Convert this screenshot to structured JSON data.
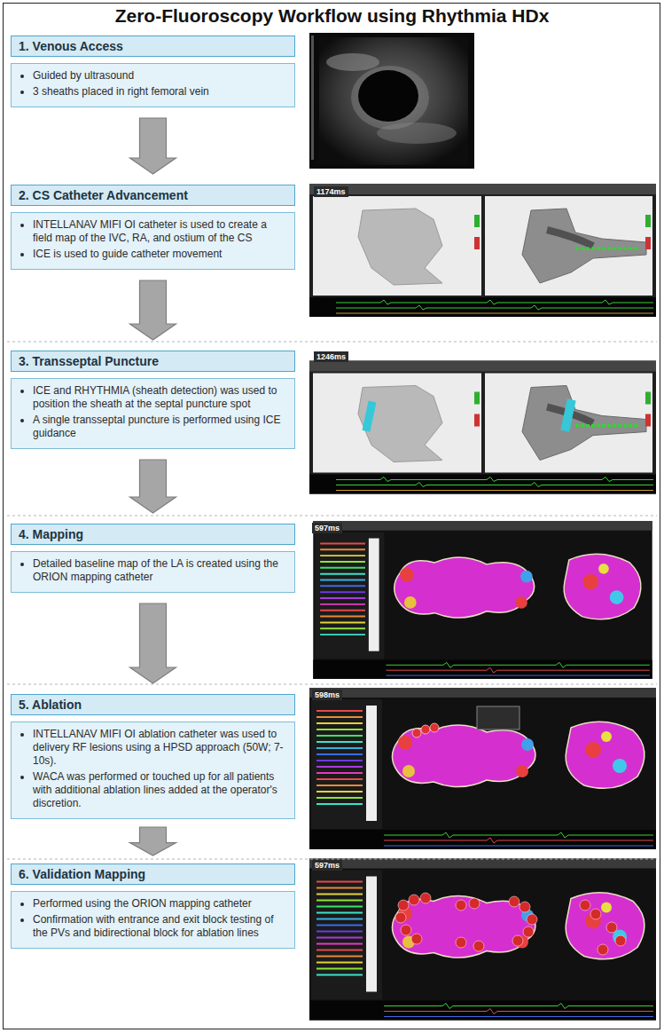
{
  "diagram": {
    "title": "Zero-Fluoroscopy Workflow using Rhythmia HDx",
    "nodes": [
      {
        "text": [
          "1. Venous Access"
        ]
      },
      {
        "text": [
          "Guided by ultrasound",
          "3 sheaths placed in right femoral vein"
        ]
      },
      {
        "text": [
          "2. CS Catheter Advancement"
        ]
      },
      {
        "text": [
          "INTELLANAV MIFI OI catheter is used to create a field map of the IVC, RA, and ostium of the CS",
          "ICE is used to guide catheter movement"
        ]
      },
      {
        "text": [
          "3. Transseptal Puncture"
        ]
      },
      {
        "text": [
          "ICE and RHYTHMIA (sheath detection) was used to position the sheath at the septal puncture spot",
          "A single transseptal puncture is performed using ICE guidance"
        ]
      },
      {
        "text": [
          "4. Mapping"
        ]
      },
      {
        "text": [
          "Detailed baseline map of the LA is created using the ORION mapping catheter"
        ]
      },
      {
        "text": [
          "5. Ablation"
        ]
      },
      {
        "text": [
          "INTELLANAV MIFI OI ablation catheter was used to delivery RF lesions using a HPSD approach (50W; 7-10s).",
          "WACA was performed or touched up for all patients with additional ablation lines added at the operator's discretion."
        ]
      },
      {
        "text": [
          "6. Validation Mapping"
        ]
      },
      {
        "text": [
          "Performed using the ORION mapping catheter",
          "Confirmation with entrance and exit block testing of the PVs and bidirectional block for ablation lines"
        ]
      }
    ],
    "edges": [
      {
        "from": 1,
        "to": 2,
        "arrow": "to"
      },
      {
        "from": 3,
        "to": 4,
        "arrow": "to"
      },
      {
        "from": 5,
        "to": 6,
        "arrow": "to"
      },
      {
        "from": 7,
        "to": 8,
        "arrow": "to"
      },
      {
        "from": 9,
        "to": 10,
        "arrow": "to"
      }
    ],
    "labels": [
      "1174ms",
      "1246ms",
      "597ms",
      "598ms",
      "597ms"
    ]
  }
}
